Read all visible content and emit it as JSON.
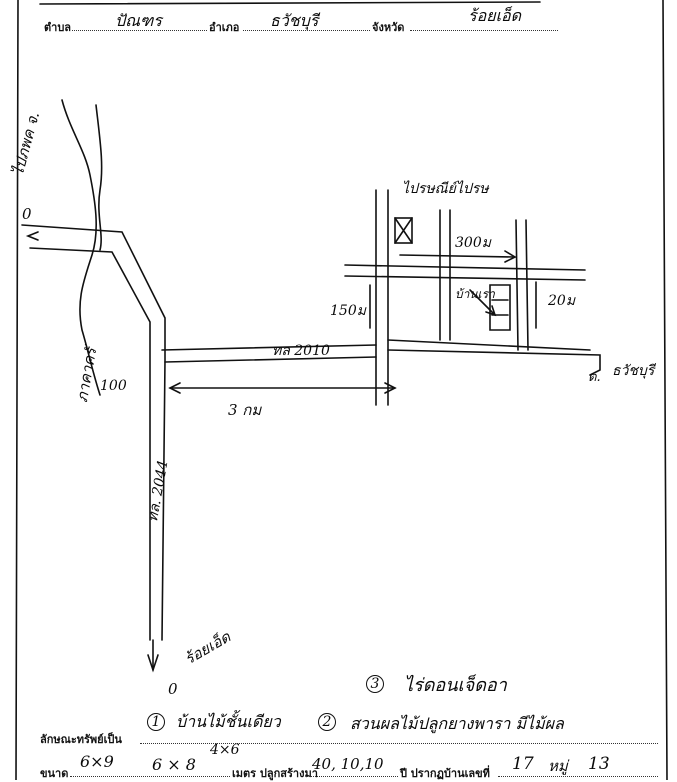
{
  "header": {
    "subdistrict_label": "ตำบล",
    "subdistrict_value": "ปัณฑร",
    "district_label": "อำเภอ",
    "district_value": "ธวัชบุรี",
    "province_label": "จังหวัด",
    "province_value": "ร้อยเอ็ด"
  },
  "map": {
    "label_top_left_dest": "ไปภพค จ.",
    "label_top_left_zero": "0",
    "label_road_left_vertical": "ภาคาครั",
    "label_road_left_number": "100",
    "label_cluster_top": "ไปรษณีย์ไปรษ",
    "label_distance_top": "300ม",
    "label_distance_left": "150ม",
    "label_distance_right": "20ม",
    "label_house": "บ้านเรา",
    "label_road_main": "ทล 2010",
    "label_distance_bottom": "3 กม",
    "label_right_road": "ธวัชบุรี",
    "label_right_road_prefix": "ต.",
    "label_vertical_road": "ทล. 2044",
    "label_bottom_dest": "ร้อยเอ็ด",
    "label_bottom_zero": "0"
  },
  "footer": {
    "circle3_mark": "3",
    "circle3_text": "ไร่ดอนเจ็ดอา",
    "property_label": "ลักษณะทรัพย์เป็น",
    "circle1_mark": "1",
    "item1_text": "บ้านไม้ชั้นเดียว",
    "circle2_mark": "2",
    "item2_text": "สวนผลไม้ปลูกยางพารา มีไม้ผล",
    "size_label": "ขนาด",
    "size1": "6×9",
    "size2": "6 × 8",
    "size3": "4×6",
    "meter_label": "เมตร ปลูกสร้างมา",
    "years_value": "40, 10,10",
    "year_label": "ปี ปรากฏบ้านเลขที่",
    "house_number": "17",
    "moo_label": "หมู่",
    "moo_value": "13"
  }
}
